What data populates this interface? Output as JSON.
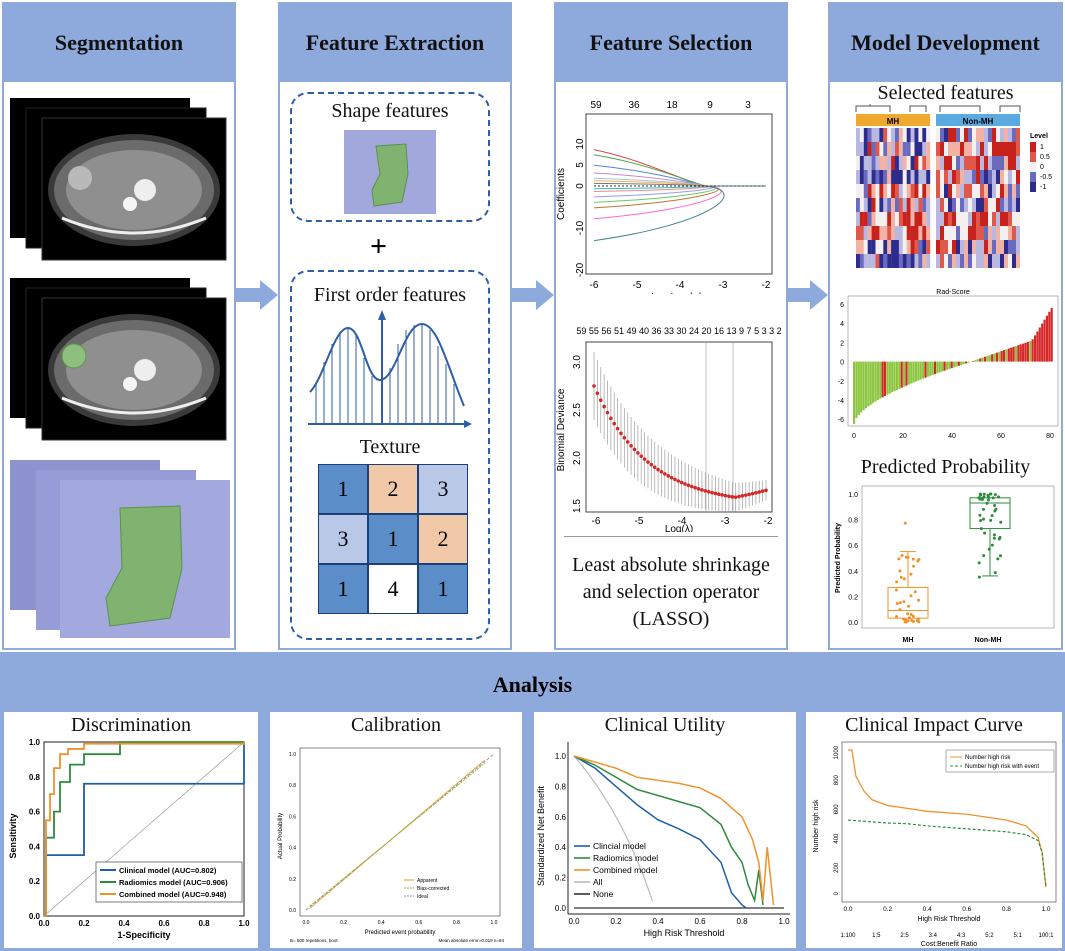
{
  "stages": {
    "segmentation": "Segmentation",
    "feature_extraction": "Feature Extraction",
    "feature_selection": "Feature Selection",
    "model_development": "Model Development"
  },
  "extraction": {
    "shape": "Shape features",
    "plus": "+",
    "first_order": "First order features",
    "texture": "Texture",
    "texture_grid": [
      [
        "1",
        "2",
        "3"
      ],
      [
        "3",
        "1",
        "2"
      ],
      [
        "1",
        "4",
        "1"
      ]
    ]
  },
  "selection": {
    "lasso_top_ticks": [
      "59",
      "36",
      "18",
      "9",
      "3"
    ],
    "lasso_xticks": [
      "-6",
      "-5",
      "-4",
      "-3",
      "-2"
    ],
    "lasso_yticks": [
      "10",
      "5",
      "0",
      "-10",
      "-20"
    ],
    "lasso_xlabel": "Log Lambda",
    "lasso_ylabel": "Coefficients",
    "cv_top": "59 55 56 51 49 40 36 33 30 24 20 16 13 9 7 5 3 3 2",
    "cv_xticks": [
      "-6",
      "-5",
      "-4",
      "-3",
      "-2"
    ],
    "cv_yticks": [
      "3.0",
      "2.5",
      "2.0",
      "1.5"
    ],
    "cv_xlabel": "Log(λ)",
    "cv_ylabel": "Binomial Deviance",
    "caption_1": "Least absolute shrinkage",
    "caption_2": "and selection operator",
    "caption_3": "(LASSO)"
  },
  "model": {
    "selected_features": "Selected features",
    "heat_mh": "MH",
    "heat_nonmh": "Non-MH",
    "legend_title": "Level",
    "legend_ticks": [
      "1",
      "0.5",
      "0",
      "-0.5",
      "-1"
    ],
    "rad_title": "Rad-Score",
    "rad_xticks": [
      "0",
      "20",
      "40",
      "60",
      "80"
    ],
    "rad_yticks": [
      "6",
      "4",
      "2",
      "0",
      "-2",
      "-4",
      "-6"
    ],
    "pred_title": "Predicted Probability",
    "pred_ylabel": "Predicted Probability",
    "pred_yticks": [
      "1.0",
      "0.8",
      "0.6",
      "0.4",
      "0.2",
      "0.0"
    ],
    "pred_xticks": [
      "MH",
      "Non-MH"
    ]
  },
  "analysis": {
    "title": "Analysis",
    "disc_title": "Discrimination",
    "calib_title": "Calibration",
    "util_title": "Clinical Utility",
    "impact_title": "Clinical Impact Curve",
    "disc_ylabel": "Sensitivity",
    "disc_xlabel": "1-Specificity",
    "disc_ticks": [
      "0.0",
      "0.2",
      "0.4",
      "0.6",
      "0.8",
      "1.0"
    ],
    "disc_legend": [
      "Clinical model (AUC=0.802)",
      "Radiomics model (AUC=0.906)",
      "Combined model (AUC=0.948)"
    ],
    "calib_ylabel": "Actual Probability",
    "calib_xlabel": "Predicted event probability",
    "calib_legend": [
      "Apparent",
      "Bias-corrected",
      "Ideal"
    ],
    "calib_note_left": "B= 500 repetitions, boot",
    "calib_note_right": "Mean absolute error=0.019 n=84",
    "util_ylabel": "Standardized Net Benefit",
    "util_xlabel": "High Risk Threshold",
    "util_legend": [
      "Clincial model",
      "Radiomics model",
      "Combined model",
      "All",
      "None"
    ],
    "util_xticks": [
      "0.0",
      "0.2",
      "0.4",
      "0.6",
      "0.8",
      "1.0"
    ],
    "util_yticks": [
      "1.0",
      "0.8",
      "0.6",
      "0.4",
      "0.2",
      "0.0"
    ],
    "impact_ylabel": "Number high risk",
    "impact_xlabel": "High Risk Threshold",
    "impact_x2label": "Cost:Benefit Ratio",
    "impact_legend": [
      "Number high risk",
      "Number high risk with event"
    ],
    "impact_yticks": [
      "1000",
      "800",
      "600",
      "400",
      "200",
      "0"
    ],
    "impact_xticks": [
      "0.0",
      "0.2",
      "0.4",
      "0.6",
      "0.8",
      "1.0"
    ],
    "impact_x2ticks": [
      "1:100",
      "1:5",
      "2:5",
      "3:4",
      "4:3",
      "5:2",
      "5:1",
      "100:1"
    ]
  },
  "colors": {
    "header": "#8ea9db",
    "clinical": "#1f5fa8",
    "radiomics": "#2e8b3c",
    "combined": "#f0922c",
    "red_bar": "#d62728",
    "green_bar": "#8cc63f"
  }
}
